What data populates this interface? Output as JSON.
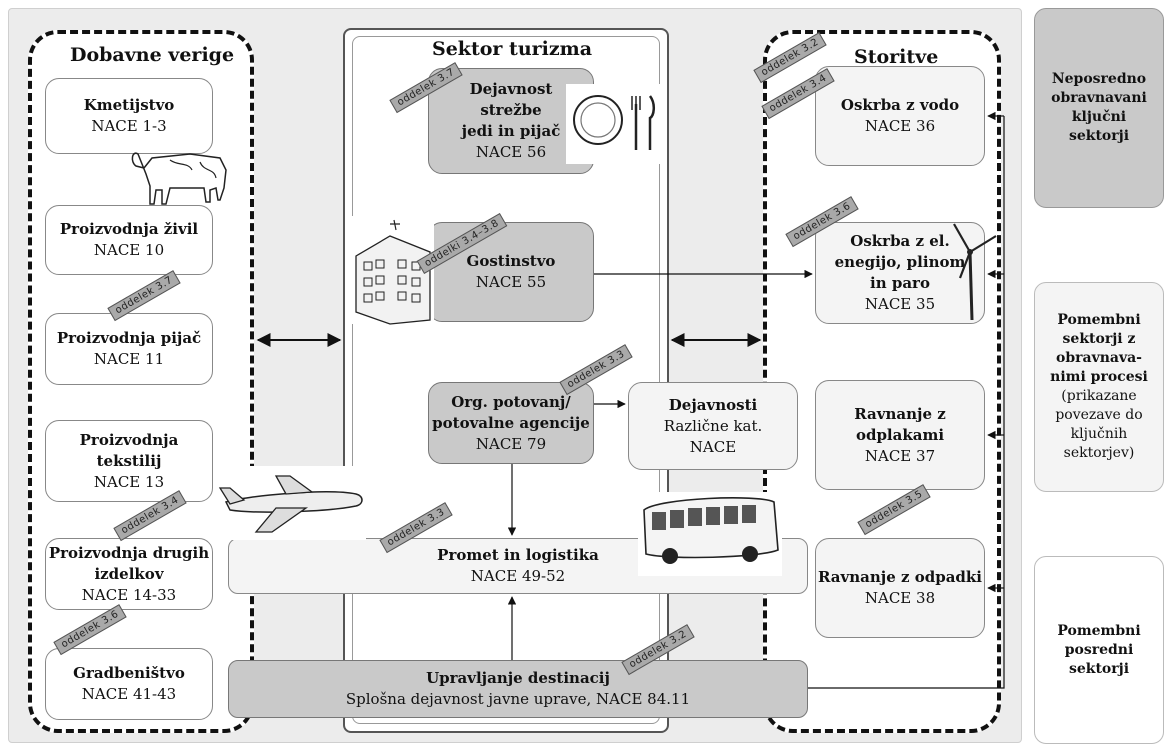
{
  "panels": {
    "supply_title": "Dobavne verige",
    "sector_title": "Sektor turizma",
    "services_title": "Storitve"
  },
  "supply": [
    {
      "name": "Kmetijstvo",
      "code": "NACE 1-3"
    },
    {
      "name": "Proizvodnja živil",
      "code": "NACE 10"
    },
    {
      "name": "Proizvodnja pijač",
      "code": "NACE 11"
    },
    {
      "name": "Proizvodnja tekstilij",
      "code": "NACE 13"
    },
    {
      "name1": "Proizvodnja drugih",
      "name2": "izdelkov",
      "code": "NACE 14-33"
    },
    {
      "name": "Gradbeništvo",
      "code": "NACE 41-43"
    }
  ],
  "tourism": {
    "food": {
      "l1": "Dejavnost",
      "l2": "strežbe",
      "l3": "jedi in pijač",
      "code": "NACE 56"
    },
    "hotel": {
      "name": "Gostinstvo",
      "code": "NACE 55"
    },
    "travel": {
      "l1": "Org. potovanj/",
      "l2": "potovalne agencije",
      "code": "NACE 79"
    },
    "various": {
      "name": "Dejavnosti",
      "l2": "Različne kat.",
      "code": "NACE"
    },
    "transport": {
      "name": "Promet in logistika",
      "code": "NACE 49-52"
    },
    "destination": {
      "name": "Upravljanje destinacij",
      "code": "Splošna dejavnost javne uprave, NACE 84.11"
    }
  },
  "services": [
    {
      "name": "Oskrba z vodo",
      "code": "NACE 36"
    },
    {
      "l1": "Oskrba z el.",
      "l2": "enegijo, plinom",
      "l3": "in paro",
      "code": "NACE 35"
    },
    {
      "l1": "Ravnanje z",
      "l2": "odplakami",
      "code": "NACE 37"
    },
    {
      "name": "Ravnanje z odpadki",
      "code": "NACE 38"
    }
  ],
  "tags": {
    "t1": "oddelek 3.7",
    "t2": "oddelki 3.4–3.8",
    "t3": "oddelek 3.7",
    "t4": "oddelek 3.4",
    "t5": "oddelek 3.6",
    "t6": "oddelek 3.3",
    "t7": "oddelek 3.3",
    "t8": "oddelek 3.2",
    "t9": "oddelek 3.2",
    "t10": "oddelek 3.4",
    "t11": "oddelek 3.6",
    "t12": "oddelek 3.5"
  },
  "legend": {
    "key": {
      "l1": "Neposredno",
      "l2": "obravnavani",
      "l3": "ključni",
      "l4": "sektorji"
    },
    "important": {
      "l1": "Pomembni",
      "l2": "sektorji z",
      "l3": "obravnava-",
      "l4": "nimi procesi",
      "l5": "(prikazane",
      "l6": "povezave do",
      "l7": "ključnih",
      "l8": "sektorjev)"
    },
    "intermediate": {
      "l1": "Pomembni",
      "l2": "posredni",
      "l3": "sektorji"
    }
  },
  "icons": [
    "cow-icon",
    "plate-icon",
    "hotel-building-icon",
    "airplane-icon",
    "bus-icon",
    "wind-turbine-icon"
  ]
}
